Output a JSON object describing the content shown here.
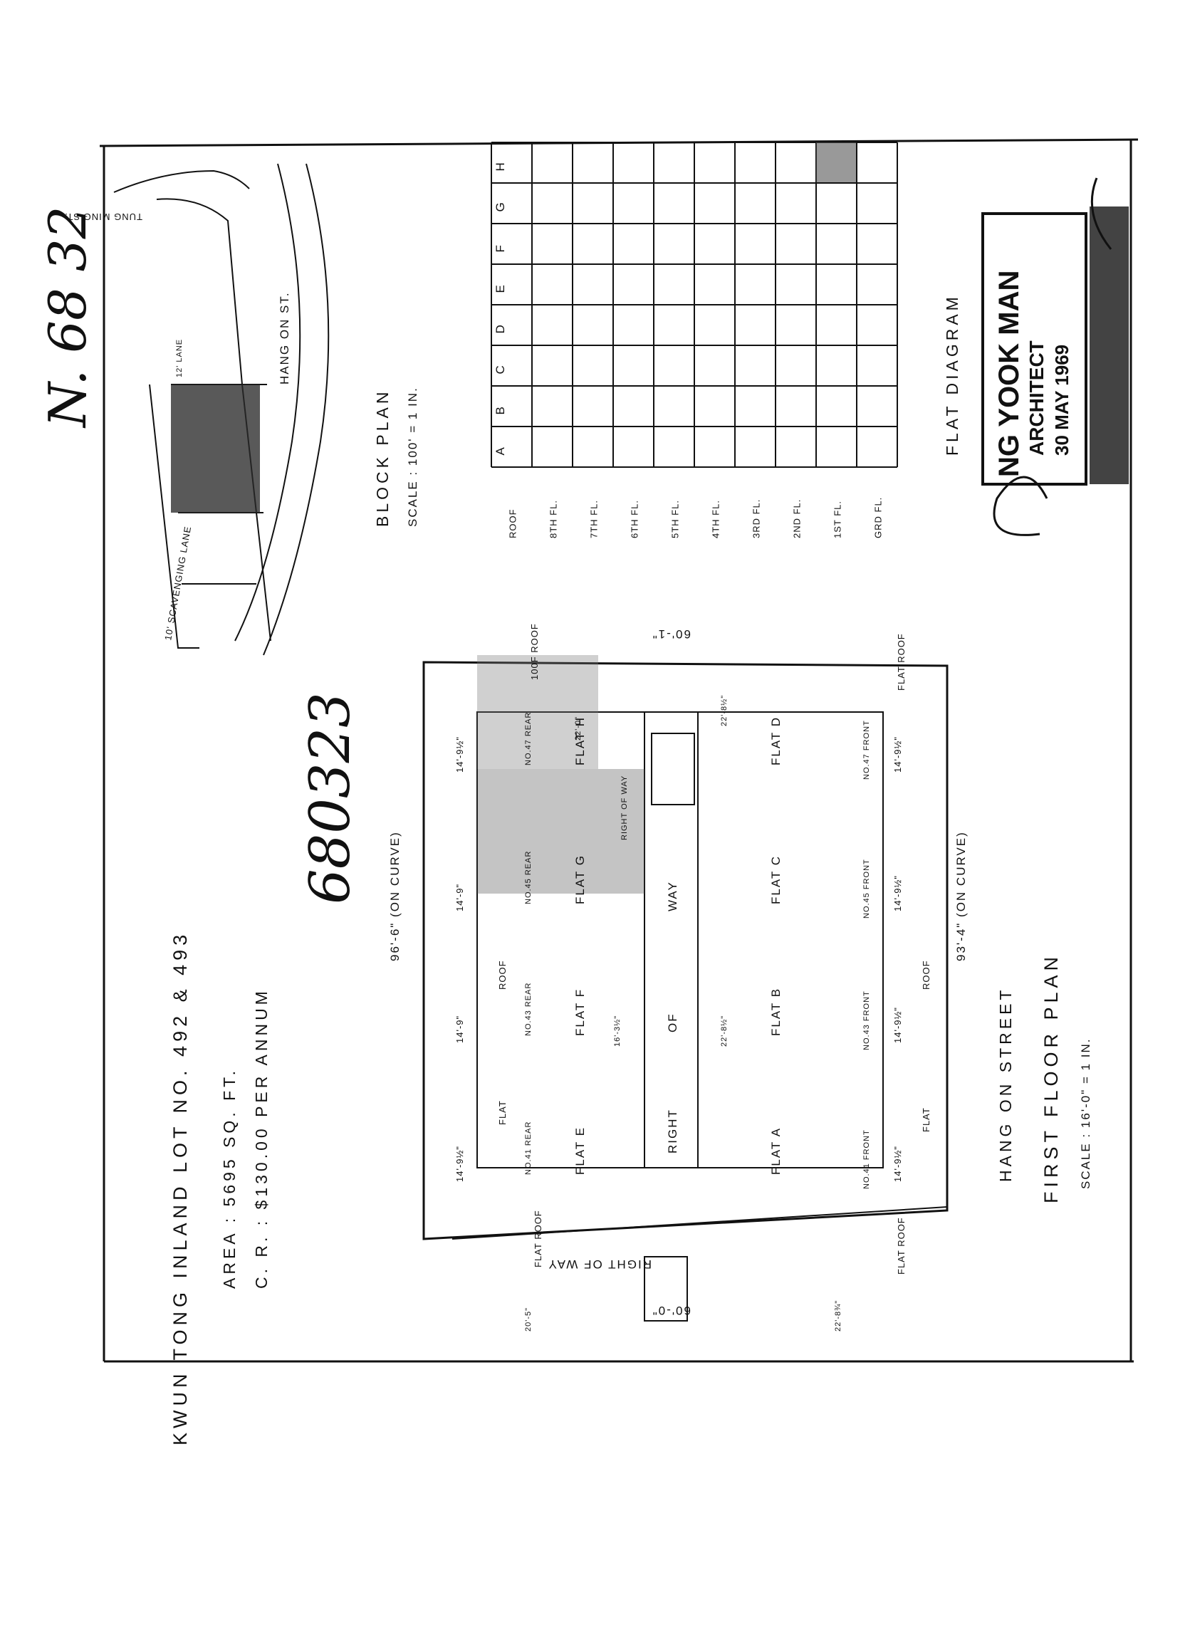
{
  "sheet": {
    "ref_handwritten": "N. 68 32",
    "lot_number_handwritten": "680323"
  },
  "title_block": {
    "title": "KWUN TONG INLAND LOT NO. 492 & 493",
    "area": "AREA : 5695 SQ. FT.",
    "crown_rent": "C. R. : $130.00 PER ANNUM"
  },
  "block_plan": {
    "title": "BLOCK PLAN",
    "scale": "SCALE : 100' = 1 IN.",
    "streets": [
      "TUNG MING ST.",
      "HANG ON ST.",
      "10' SCAVENGING LANE",
      "12' LANE"
    ]
  },
  "flat_diagram": {
    "title": "FLAT DIAGRAM",
    "columns": [
      "A",
      "B",
      "C",
      "D",
      "E",
      "F",
      "G",
      "H"
    ],
    "floors": [
      "ROOF",
      "8TH FL.",
      "7TH FL.",
      "6TH FL.",
      "5TH FL.",
      "4TH FL.",
      "3RD FL.",
      "2ND FL.",
      "1ST FL.",
      "GRD FL."
    ],
    "marked_cell": {
      "floor": "1ST FL.",
      "column": "H"
    }
  },
  "stamp": {
    "name": "NG YOOK MAN",
    "role": "ARCHITECT",
    "date": "30 MAY 1969"
  },
  "floor_plan": {
    "title": "FIRST FLOOR PLAN",
    "scale": "SCALE : 16'-0\" = 1 IN.",
    "street": "HANG ON STREET",
    "dim_rear": "96'-6\" (ON CURVE)",
    "dim_front": "93'-4\" (ON CURVE)",
    "dim_left_end": "60'-0\"",
    "dim_right_end": "60'-1\"",
    "right_of_way": "RIGHT OF WAY",
    "right_of_way_central": [
      "RIGHT",
      "OF",
      "WAY"
    ],
    "right_of_way_small": "RIGHT OF WAY",
    "rear_flats": [
      {
        "number": "NO.41 REAR",
        "flat": "FLAT E",
        "width": "14'-9½\""
      },
      {
        "number": "NO.43 REAR",
        "flat": "FLAT F",
        "width": "14'-9\""
      },
      {
        "number": "NO.45 REAR",
        "flat": "FLAT G",
        "width": "14'-9\""
      },
      {
        "number": "NO.47 REAR",
        "flat": "FLAT H",
        "width": "14'-9½\""
      }
    ],
    "front_flats": [
      {
        "number": "NO.41 FRONT",
        "flat": "FLAT A",
        "width": "14'-9½\""
      },
      {
        "number": "NO.43 FRONT",
        "flat": "FLAT B",
        "width": "14'-9½\""
      },
      {
        "number": "NO.45 FRONT",
        "flat": "FLAT C",
        "width": "14'-9½\""
      },
      {
        "number": "NO.47 FRONT",
        "flat": "FLAT D",
        "width": "14'-9½\""
      }
    ],
    "rear_roofs": [
      "FLAT ROOF",
      "FLAT",
      "ROOF",
      "100F ROOF"
    ],
    "front_roofs": [
      "FLAT ROOF",
      "FLAT",
      "ROOF",
      "FLAT ROOF"
    ],
    "dims_misc": [
      "20'-5\"",
      "22'-8¾\"",
      "16'-3½\"",
      "22'-8½\"",
      "22'-8½\"",
      "22'-0\""
    ]
  }
}
